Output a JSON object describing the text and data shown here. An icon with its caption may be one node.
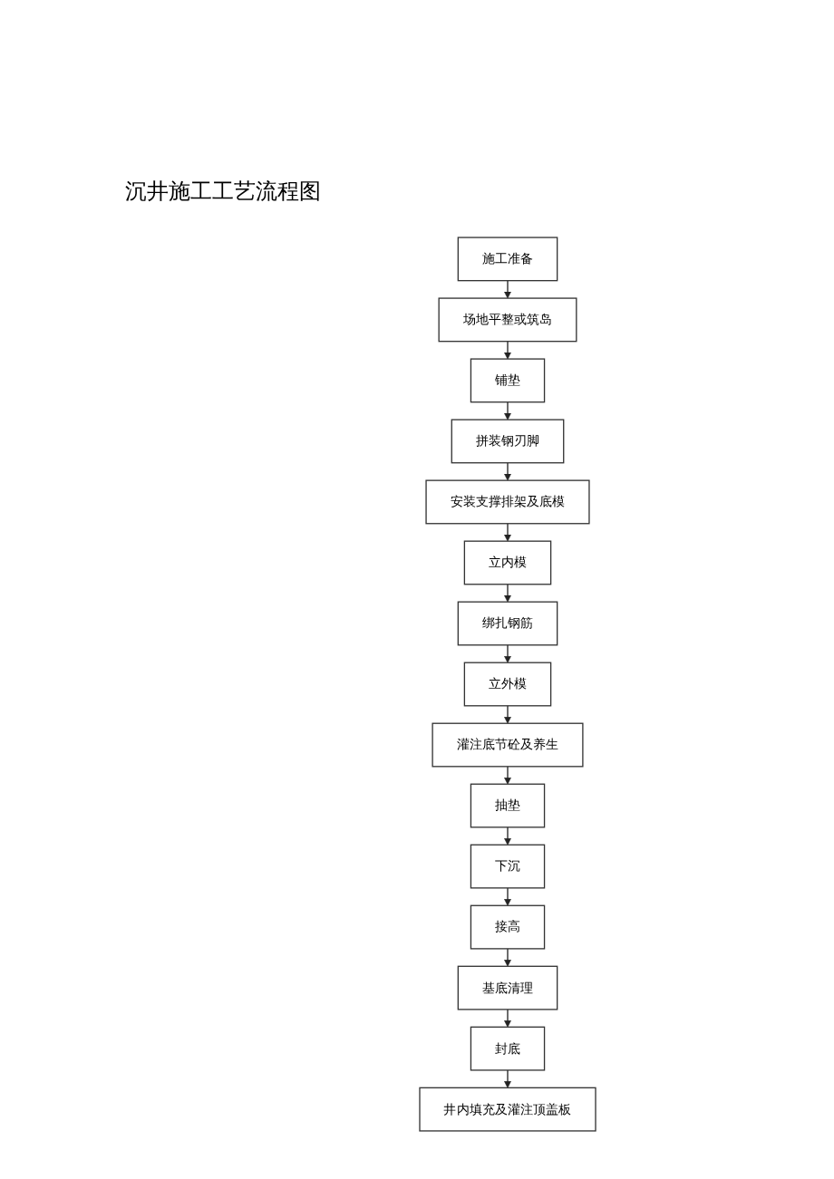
{
  "diagram": {
    "title": "沉井施工工艺流程图",
    "nodes": [
      {
        "text": [
          "施工准备"
        ]
      },
      {
        "text": [
          "场地平整或筑岛"
        ]
      },
      {
        "text": [
          "铺垫"
        ]
      },
      {
        "text": [
          "拼装钢刃脚"
        ]
      },
      {
        "text": [
          "安装支撑排架及底模"
        ]
      },
      {
        "text": [
          "立内模"
        ]
      },
      {
        "text": [
          "绑扎钢筋"
        ]
      },
      {
        "text": [
          "立外模"
        ]
      },
      {
        "text": [
          "灌注底节砼及养生"
        ]
      },
      {
        "text": [
          "抽垫"
        ]
      },
      {
        "text": [
          "下沉"
        ]
      },
      {
        "text": [
          "接高"
        ]
      },
      {
        "text": [
          "基底清理"
        ]
      },
      {
        "text": [
          "封底"
        ]
      },
      {
        "text": [
          "井内填充及灌注顶盖板"
        ]
      }
    ],
    "edges": [
      {
        "from": 0,
        "to": 1,
        "arrow": "to"
      },
      {
        "from": 1,
        "to": 2,
        "arrow": "to"
      },
      {
        "from": 2,
        "to": 3,
        "arrow": "to"
      },
      {
        "from": 3,
        "to": 4,
        "arrow": "to"
      },
      {
        "from": 4,
        "to": 5,
        "arrow": "to"
      },
      {
        "from": 5,
        "to": 6,
        "arrow": "to"
      },
      {
        "from": 6,
        "to": 7,
        "arrow": "to"
      },
      {
        "from": 7,
        "to": 8,
        "arrow": "to"
      },
      {
        "from": 8,
        "to": 9,
        "arrow": "to"
      },
      {
        "from": 9,
        "to": 10,
        "arrow": "to"
      },
      {
        "from": 10,
        "to": 11,
        "arrow": "to"
      },
      {
        "from": 11,
        "to": 12,
        "arrow": "to"
      },
      {
        "from": 12,
        "to": 13,
        "arrow": "to"
      },
      {
        "from": 13,
        "to": 14,
        "arrow": "to"
      }
    ]
  }
}
